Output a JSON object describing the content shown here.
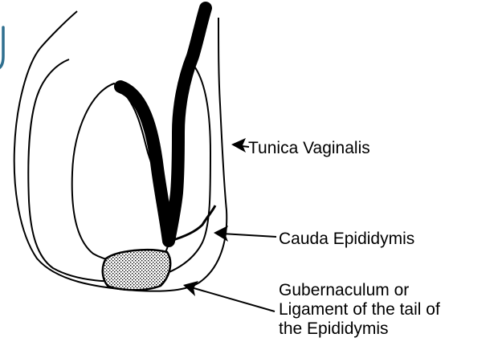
{
  "colors": {
    "outline": "#000000",
    "background": "#ffffff",
    "corner_glyph": "#2f6f8f"
  },
  "labels": {
    "tunica_vaginalis": "Tunica Vaginalis",
    "cauda_epididymis": "Cauda Epididymis",
    "gubernaculum_line1": "Gubernaculum or",
    "gubernaculum_line2": "Ligament of the tail of",
    "gubernaculum_line3": "the Epididymis"
  }
}
